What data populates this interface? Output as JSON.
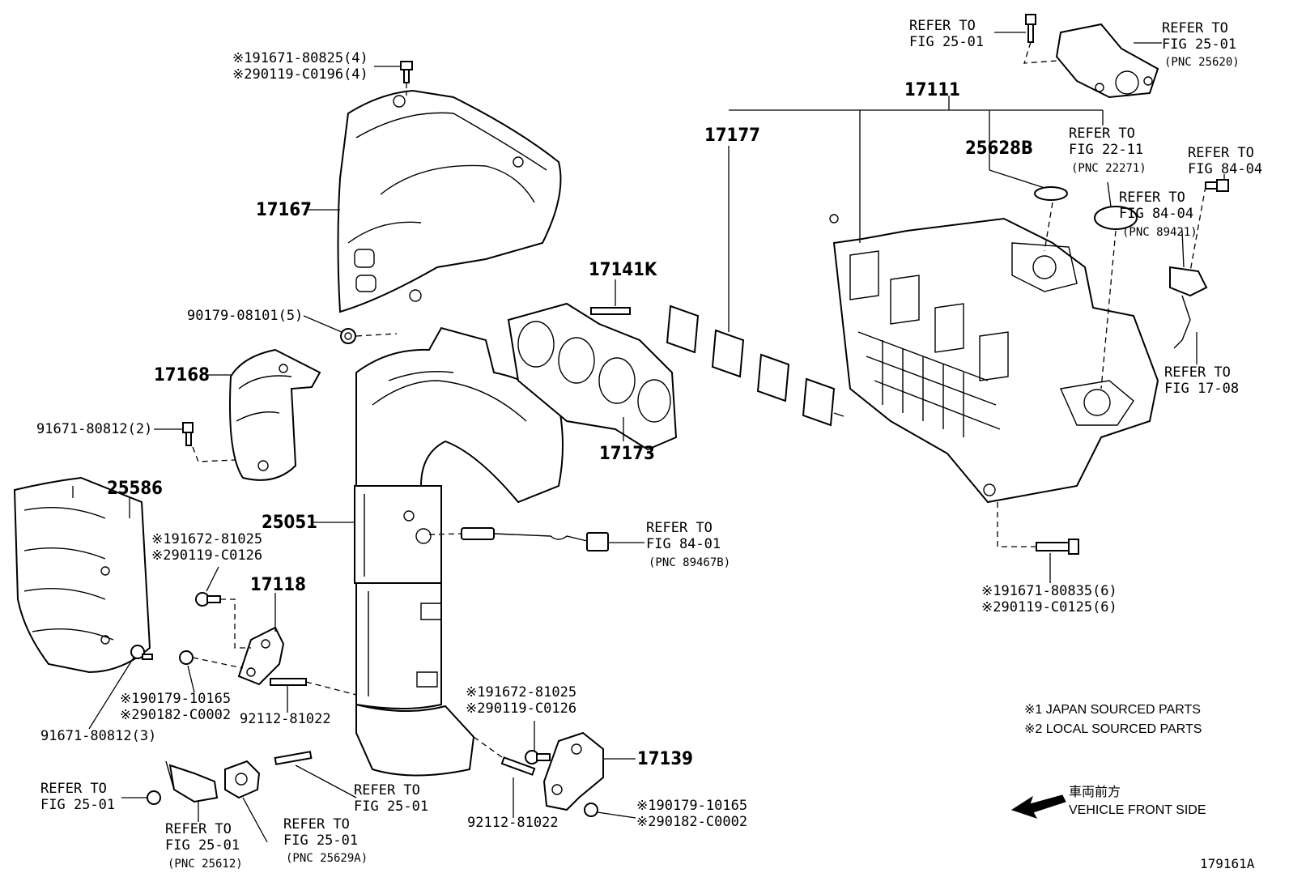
{
  "diagram": {
    "parts": {
      "p17111": "17111",
      "p17177": "17177",
      "p25628B": "25628B",
      "p17167": "17167",
      "p17141K": "17141K",
      "p17168": "17168",
      "p17173": "17173",
      "p25586": "25586",
      "p25051": "25051",
      "p17118": "17118",
      "p17139": "17139"
    },
    "codes": {
      "c_top_bolt_1": "※191671-80825(4)",
      "c_top_bolt_2": "※290119-C0196(4)",
      "c_nut_90179": "90179-08101(5)",
      "c_bolt_91671_2": "91671-80812(2)",
      "c_left_bolt_1": "※191672-81025",
      "c_left_bolt_2": "※290119-C0126",
      "c_nut_left_1": "※190179-10165",
      "c_nut_left_2": "※290182-C0002",
      "c_bolt_91671_3": "91671-80812(3)",
      "c_stud_left": "92112-81022",
      "c_right_bolt_1": "※191672-81025",
      "c_right_bolt_2": "※290119-C0126",
      "c_stud_right": "92112-81022",
      "c_nut_right_1": "※190179-10165",
      "c_nut_right_2": "※290182-C0002",
      "c_manifold_bolt_1": "※191671-80835(6)",
      "c_manifold_bolt_2": "※290119-C0125(6)"
    },
    "refs": {
      "r_top_left_1": "REFER TO",
      "r_top_left_2": "FIG 25-01",
      "r_top_right_1": "REFER TO",
      "r_top_right_2": "FIG 25-01",
      "r_top_right_pnc": "(PNC 25620)",
      "r_2211_1": "REFER TO",
      "r_2211_2": "FIG 22-11",
      "r_2211_pnc": "(PNC 22271)",
      "r_8404a_1": "REFER TO",
      "r_8404a_2": "FIG 84-04",
      "r_8404b_1": "REFER TO",
      "r_8404b_2": "FIG 84-04",
      "r_8404b_pnc": "(PNC 89421)",
      "r_1708_1": "REFER TO",
      "r_1708_2": "FIG 17-08",
      "r_8401_1": "REFER TO",
      "r_8401_2": "FIG 84-01",
      "r_8401_pnc": "(PNC 89467B)",
      "r_bl1_1": "REFER TO",
      "r_bl1_2": "FIG 25-01",
      "r_bl2_1": "REFER TO",
      "r_bl2_2": "FIG 25-01",
      "r_bl2_pnc": "(PNC 25612)",
      "r_bl3_1": "REFER TO",
      "r_bl3_2": "FIG 25-01",
      "r_bl3_pnc": "(PNC 25629A)",
      "r_bl4_1": "REFER TO",
      "r_bl4_2": "FIG 25-01"
    },
    "legend": {
      "line1": "※1 JAPAN SOURCED PARTS",
      "line2": "※2 LOCAL SOURCED PARTS"
    },
    "direction": {
      "jp": "車両前方",
      "en": "VEHICLE FRONT SIDE",
      "arrow_icon": "arrow-left-icon"
    },
    "figure_id": "179161A"
  }
}
